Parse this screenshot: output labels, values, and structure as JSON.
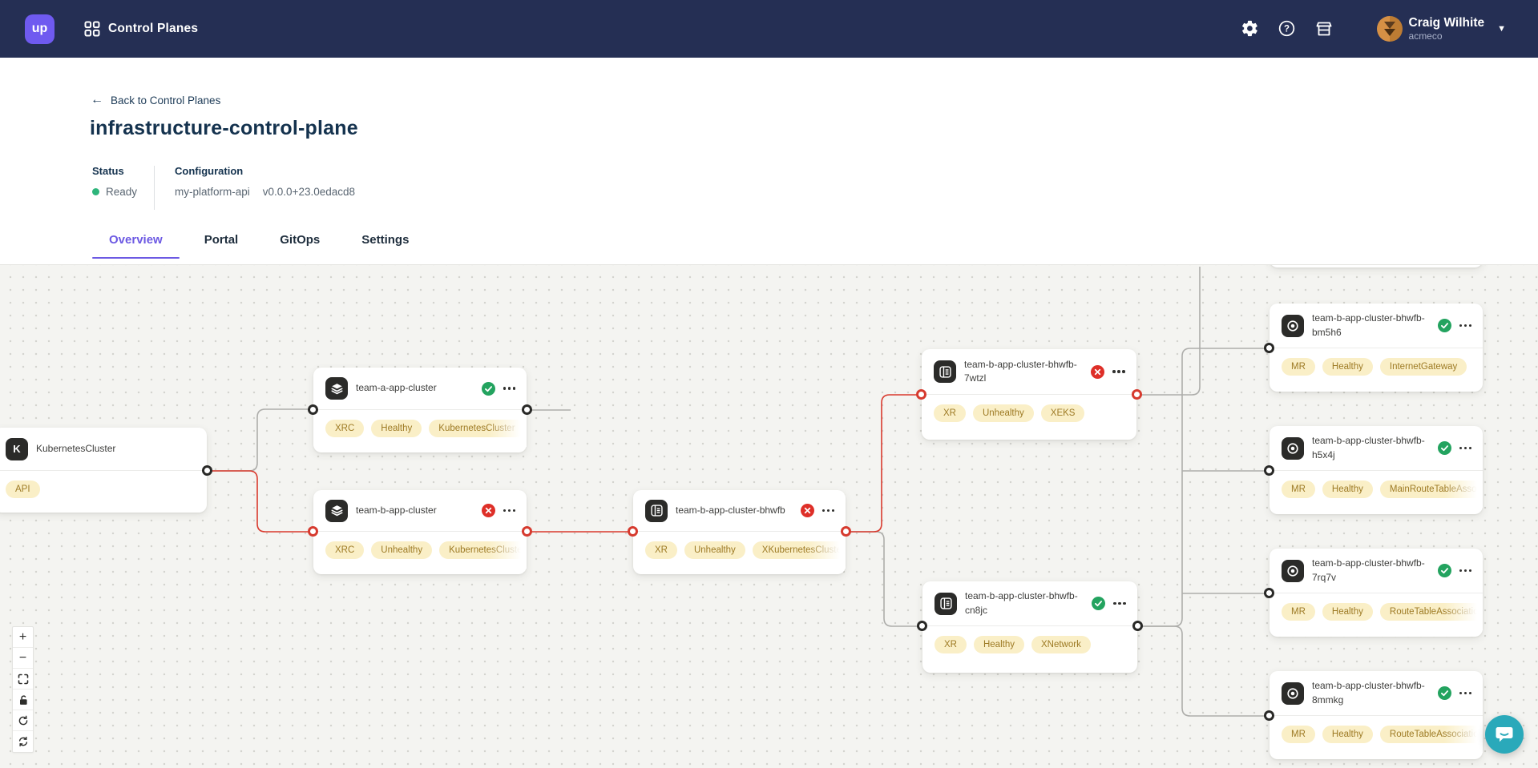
{
  "navbar": {
    "logo": "up",
    "title": "Control Planes",
    "user": {
      "name": "Craig Wilhite",
      "org": "acmeco"
    }
  },
  "page": {
    "back": "Back to Control Planes",
    "title": "infrastructure-control-plane",
    "status": {
      "label": "Status",
      "value": "Ready"
    },
    "configuration": {
      "label": "Configuration",
      "name": "my-platform-api",
      "version": "v0.0.0+23.0edacd8"
    }
  },
  "tabs": [
    {
      "label": "Overview",
      "active": true
    },
    {
      "label": "Portal",
      "active": false
    },
    {
      "label": "GitOps",
      "active": false
    },
    {
      "label": "Settings",
      "active": false
    }
  ],
  "graph": {
    "nodes": {
      "kc": {
        "title": "KubernetesCluster",
        "kind": "kubernetes-cluster",
        "status": null,
        "badges": [
          "API"
        ]
      },
      "teamA": {
        "title": "team-a-app-cluster",
        "kind": "composite-resource-claim",
        "status": "healthy",
        "badges": [
          "XRC",
          "Healthy",
          "KubernetesCluster"
        ]
      },
      "teamB": {
        "title": "team-b-app-cluster",
        "kind": "composite-resource-claim",
        "status": "unhealthy",
        "badges": [
          "XRC",
          "Unhealthy",
          "KubernetesCluster"
        ]
      },
      "bhwfb": {
        "title": "team-b-app-cluster-bhwfb",
        "kind": "composite-resource",
        "status": "unhealthy",
        "badges": [
          "XR",
          "Unhealthy",
          "XKubernetesCluster"
        ]
      },
      "wtzl": {
        "title": "team-b-app-cluster-bhwfb-7wtzl",
        "kind": "composite-resource",
        "status": "unhealthy",
        "badges": [
          "XR",
          "Unhealthy",
          "XEKS"
        ]
      },
      "cn8jc": {
        "title": "team-b-app-cluster-bhwfb-cn8jc",
        "kind": "composite-resource",
        "status": "healthy",
        "badges": [
          "XR",
          "Healthy",
          "XNetwork"
        ]
      },
      "bm5h6": {
        "title": "team-b-app-cluster-bhwfb-bm5h6",
        "kind": "managed-resource",
        "status": "healthy",
        "badges": [
          "MR",
          "Healthy",
          "InternetGateway"
        ]
      },
      "h5x4j": {
        "title": "team-b-app-cluster-bhwfb-h5x4j",
        "kind": "managed-resource",
        "status": "healthy",
        "badges": [
          "MR",
          "Healthy",
          "MainRouteTableAssociation"
        ]
      },
      "rq7v": {
        "title": "team-b-app-cluster-bhwfb-7rq7v",
        "kind": "managed-resource",
        "status": "healthy",
        "badges": [
          "MR",
          "Healthy",
          "RouteTableAssociation"
        ]
      },
      "mmkg": {
        "title": "team-b-app-cluster-bhwfb-8mmkg",
        "kind": "managed-resource",
        "status": "healthy",
        "badges": [
          "MR",
          "Healthy",
          "RouteTableAssociation"
        ]
      }
    }
  },
  "colors": {
    "navbar_bg": "#252f54",
    "brand_purple": "#6f5af0",
    "active_tab_purple": "#6c59e3",
    "heading_navy": "#14324e",
    "ready_green": "#2eb57b",
    "status_healthy_green": "#23a35f",
    "status_unhealthy_red": "#de2f28",
    "edge_gray": "#adadaa",
    "edge_red": "#d93a2e",
    "badge_bg": "#faefc7",
    "badge_text": "#9d7a24",
    "canvas_bg": "#f4f4f1",
    "intercom_teal": "#2aa9ba"
  }
}
